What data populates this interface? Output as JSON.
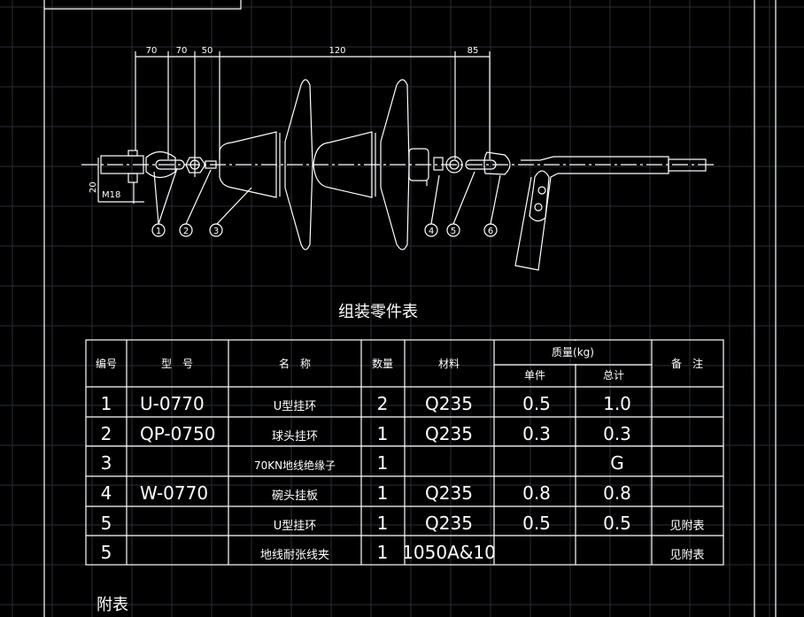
{
  "drawing": {
    "dimensions": [
      "70",
      "70",
      "50",
      "120",
      "85"
    ],
    "side_dimension": "20",
    "thread_label": "M18",
    "balloons": [
      "1",
      "2",
      "3",
      "4",
      "5",
      "6"
    ]
  },
  "table": {
    "title": "组装零件表",
    "headers": {
      "no": "编号",
      "model": "型　号",
      "name": "名　称",
      "qty": "数量",
      "material": "材料",
      "mass": "质量(kg)",
      "unit": "单件",
      "total": "总计",
      "remark": "备　注"
    },
    "rows": [
      {
        "no": "1",
        "model": "U-0770",
        "name": "U型挂环",
        "qty": "2",
        "material": "Q235",
        "unit": "0.5",
        "total": "1.0",
        "remark": ""
      },
      {
        "no": "2",
        "model": "QP-0750",
        "name": "球头挂环",
        "qty": "1",
        "material": "Q235",
        "unit": "0.3",
        "total": "0.3",
        "remark": ""
      },
      {
        "no": "3",
        "model": "",
        "name": "70KN地线绝缘子",
        "qty": "1",
        "material": "",
        "unit": "",
        "total": "G",
        "remark": ""
      },
      {
        "no": "4",
        "model": "W-0770",
        "name": "碗头挂板",
        "qty": "1",
        "material": "Q235",
        "unit": "0.8",
        "total": "0.8",
        "remark": ""
      },
      {
        "no": "5",
        "model": "",
        "name": "U型挂环",
        "qty": "1",
        "material": "Q235",
        "unit": "0.5",
        "total": "0.5",
        "remark": "见附表"
      },
      {
        "no": "5",
        "model": "",
        "name": "地线耐张线夹",
        "qty": "1",
        "material": "1050A&10",
        "unit": "",
        "total": "",
        "remark": "见附表"
      }
    ]
  },
  "appendix_label": "附表"
}
